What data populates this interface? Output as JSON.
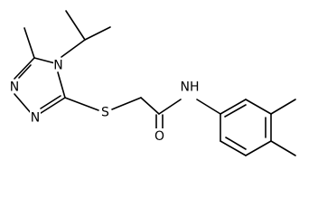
{
  "molecule": {
    "atom_labels": {
      "n_methylring": "N",
      "n_ring_top": "N",
      "n_ring_bottom": "N",
      "sulfur": "S",
      "oxygen": "O",
      "amide_nh": "NH"
    },
    "colors": {
      "ink": "#000000",
      "background": "#ffffff"
    }
  }
}
